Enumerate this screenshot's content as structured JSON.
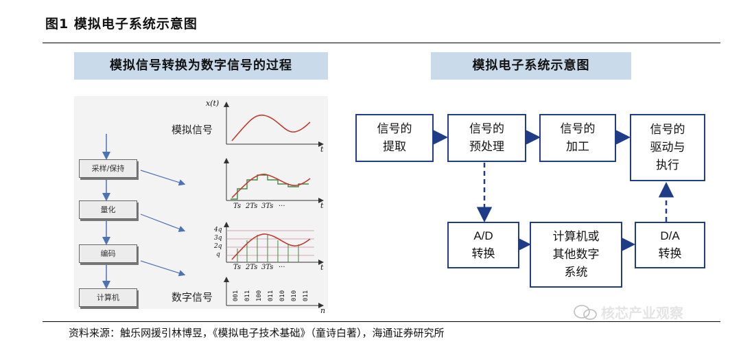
{
  "figure_title": "图1  模拟电子系统示意图",
  "left_panel": {
    "banner": "模拟信号转换为数字信号的过程",
    "stages": [
      "采样/保持",
      "量化",
      "编码",
      "计算机"
    ],
    "wave_labels": {
      "analog": "模拟信号",
      "digital": "数字信号"
    },
    "axis": {
      "x_t": "x(t)",
      "t": "t",
      "n": "n"
    },
    "sample_ticks": [
      "Ts",
      "2Ts",
      "3Ts",
      "···"
    ],
    "quant_levels": [
      "4q",
      "3q",
      "2q",
      "q"
    ],
    "codes": [
      "001",
      "011",
      "100",
      "011",
      "010",
      "010",
      "011"
    ]
  },
  "right_panel": {
    "banner": "模拟电子系统示意图",
    "boxes": {
      "acquire": {
        "line1": "信号的",
        "line2": "提取"
      },
      "preprocess": {
        "line1": "信号的",
        "line2": "预处理"
      },
      "process": {
        "line1": "信号的",
        "line2": "加工"
      },
      "drive": {
        "line1": "信号的",
        "line2": "驱动与",
        "line3": "执行"
      },
      "adc": {
        "line1": "A/D",
        "line2": "转换"
      },
      "computer": {
        "line1": "计算机或",
        "line2": "其他数字",
        "line3": "系统"
      },
      "dac": {
        "line1": "D/A",
        "line2": "转换"
      }
    },
    "colors": {
      "box_border": "#1f3c88",
      "arrow": "#1f3c88"
    }
  },
  "source_note": "资料来源：触乐网援引林博昱，《模拟电子技术基础》（童诗白著），海通证券研究所",
  "watermark": "核芯产业观察"
}
